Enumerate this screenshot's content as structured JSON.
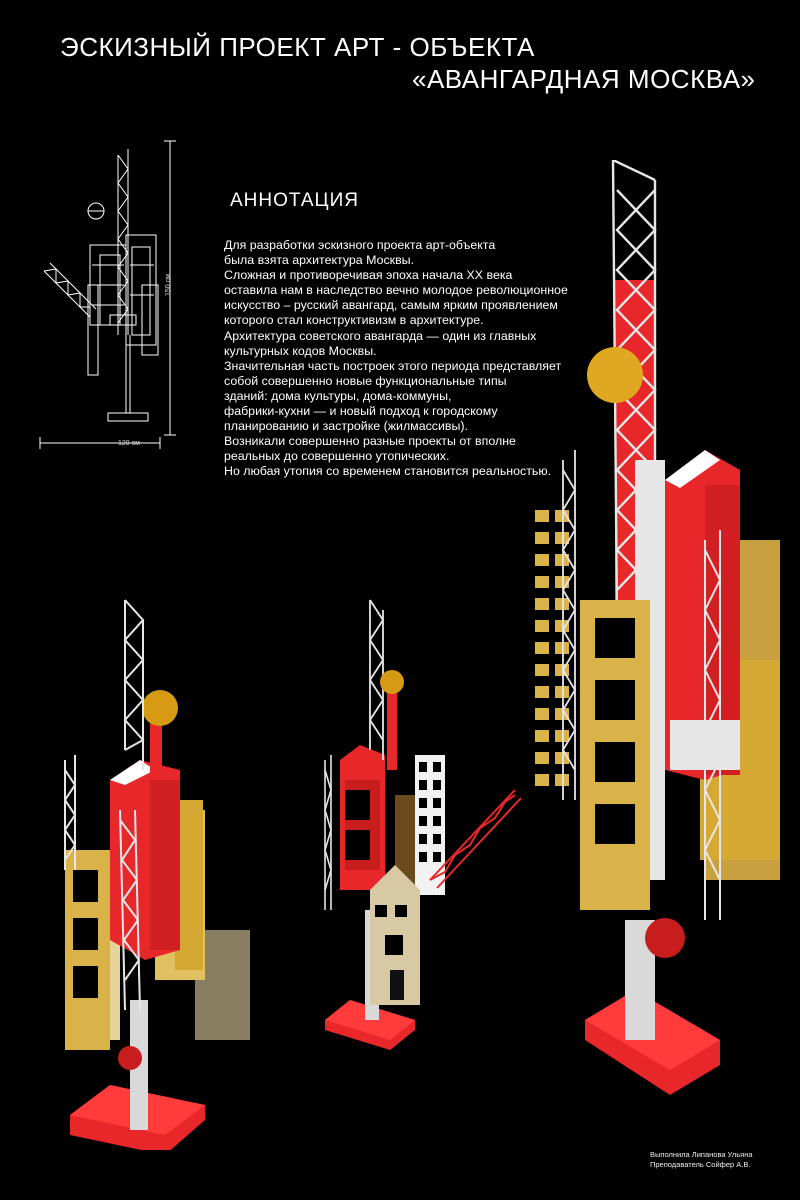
{
  "title": {
    "line1": "ЭСКИЗНЫЙ ПРОЕКТ АРТ - ОБЪЕКТА",
    "line2": "«АВАНГАРДНАЯ МОСКВА»"
  },
  "annotation": {
    "heading": "АННОТАЦИЯ",
    "lines": [
      "Для разработки эскизного проекта  арт-объекта",
      " была взята архитектура Москвы.",
      "Сложная и противоречивая эпоха начала ХХ века",
      "оставила нам в наследство вечно молодое революционное",
      "искусство – русский авангард, самым ярким проявлением",
      "которого стал конструктивизм в архитектуре.",
      "Архитектура советского авангарда — один из главных",
      "культурных кодов Москвы.",
      "Значительная часть построек этого периода представляет",
      " собой совершенно новые функциональные типы",
      "зданий: дома культуры, дома-коммуны,",
      "фабрики-кухни — и новый подход к городскому",
      "планированию и застройке (жилмассивы).",
      "Возникали совершенно разные проекты от вполне",
      "реальных до совершенно утопических.",
      "Но любая утопия со временем становится реальностью."
    ]
  },
  "drawing": {
    "width_label": "120 см",
    "height_label": "150 см"
  },
  "credits": {
    "author": "Выполнила Липанова Ульяна",
    "teacher": "Преподаватель Сойфер А.В."
  },
  "colors": {
    "background": "#000000",
    "red": "#e8272a",
    "yellow": "#d9b24a",
    "gold": "#e0a820",
    "grey": "#d9d9d9"
  }
}
